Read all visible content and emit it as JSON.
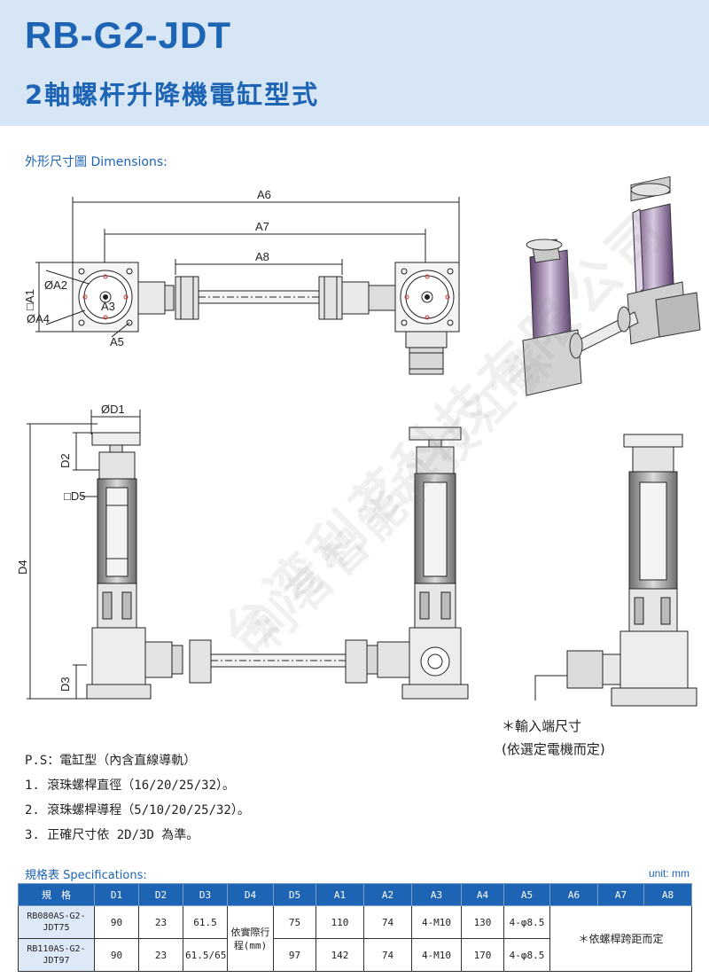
{
  "header": {
    "title": "RB-G2-JDT",
    "subtitle": "2軸螺杆升降機電缸型式"
  },
  "dimensions_label": "外形尺寸圖 Dimensions:",
  "dim_labels": {
    "a6": "A6",
    "a7": "A7",
    "a8": "A8",
    "a1": "□A1",
    "a2": "ØA2",
    "a3": "A3",
    "a4": "ØA4",
    "a5": "A5",
    "d1": "ØD1",
    "d2": "D2",
    "d3": "D3",
    "d4": "D4",
    "d5": "□D5"
  },
  "input_note": {
    "line1": "＊輸入端尺寸",
    "line2": "(依選定電機而定)"
  },
  "notes": [
    "P.S：電缸型（內含直線導軌）",
    "1. 滾珠螺桿直徑（16/20/25/32）。",
    "2. 滾珠螺桿導程（5/10/20/25/32）。",
    "3. 正確尺寸依 2D/3D 為準。"
  ],
  "specs": {
    "label": "規格表 Specifications:",
    "unit": "unit: mm",
    "headers": [
      "規　格",
      "D1",
      "D2",
      "D3",
      "D4",
      "D5",
      "A1",
      "A2",
      "A3",
      "A4",
      "A5",
      "A6",
      "A7",
      "A8"
    ],
    "rows": [
      {
        "model": "RB080AS-G2-JDT75",
        "d1": "90",
        "d2": "23",
        "d3": "61.5",
        "d5": "75",
        "a1": "110",
        "a2": "74",
        "a3": "4-M10",
        "a4": "130",
        "a5": "4-φ8.5"
      },
      {
        "model": "RB110AS-G2-JDT97",
        "d1": "90",
        "d2": "23",
        "d3": "61.5/65",
        "d5": "97",
        "a1": "142",
        "a2": "74",
        "a3": "4-M10",
        "a4": "170",
        "a5": "4-φ8.5"
      }
    ],
    "d4_note": "依實際行程(mm)",
    "a_note": "＊依螺桿跨距而定"
  },
  "watermark": {
    "line1": "台湾利茗科技有限公司",
    "line2": "利茗智能科技江蘇"
  },
  "colors": {
    "accent": "#1e64b4",
    "header_bg": "#d6e6f4",
    "table_model_bg": "#dde9f6"
  }
}
